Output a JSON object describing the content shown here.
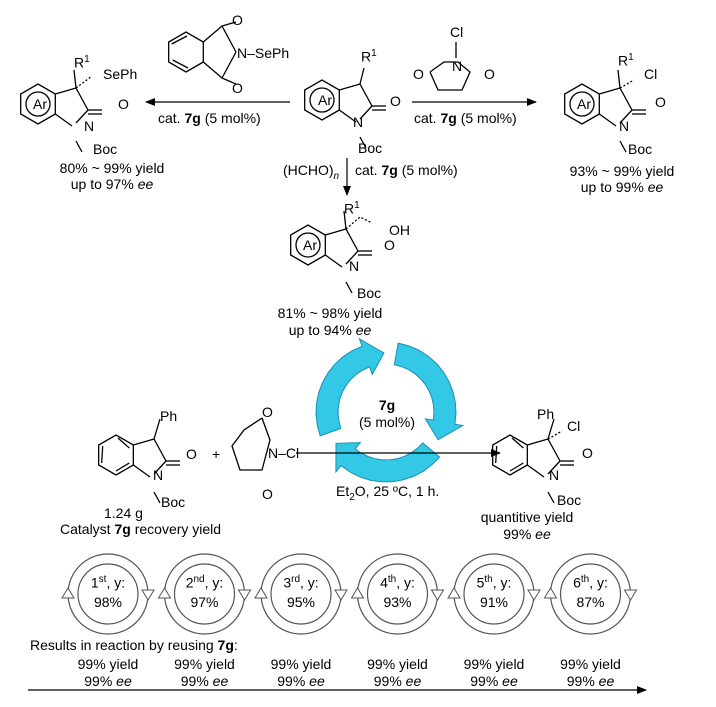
{
  "labels": {
    "ar": "Ar",
    "r1": "R",
    "r1_sup": "1",
    "seph": "SePh",
    "cl": "Cl",
    "n": "N",
    "o": "O",
    "boc": "Boc",
    "oh": "OH",
    "ph": "Ph",
    "n_seph": "N–SePh",
    "n_cl": "N–Cl"
  },
  "conditions": {
    "cat": "cat.",
    "catalyst": "7g",
    "loading": "(5 mol%)",
    "hcho": "(HCHO)",
    "hcho_sub": "n",
    "solvent_a": "Et",
    "solvent_sub": "2",
    "solvent_b": "O, 25 ºC, 1 h.",
    "plus": "+"
  },
  "products": {
    "left": {
      "yield": "80% ~ 99% yield",
      "ee_value": "up to 97%",
      "ee": "ee"
    },
    "right": {
      "yield": "93% ~ 99% yield",
      "ee_value": "up to 99%",
      "ee": "ee"
    },
    "bottom": {
      "yield": "81% ~ 98% yield",
      "ee_value": "up to 94%",
      "ee": "ee"
    }
  },
  "recycle": {
    "catalyst": "7g",
    "loading": "(5 mol%)",
    "mass": "1.24 g",
    "recovery_label_a": "Catalyst",
    "recovery_label_b": "recovery yield",
    "product_yield": "quantitive yield",
    "product_ee_value": "99%",
    "product_ee": "ee"
  },
  "cycles": [
    {
      "run": "1",
      "sup": "st",
      "suffix": ", y:",
      "recovery": "98%",
      "yield": "99% yield",
      "ee_value": "99%",
      "ee": "ee"
    },
    {
      "run": "2",
      "sup": "nd",
      "suffix": ", y:",
      "recovery": "97%",
      "yield": "99% yield",
      "ee_value": "99%",
      "ee": "ee"
    },
    {
      "run": "3",
      "sup": "rd",
      "suffix": ", y:",
      "recovery": "95%",
      "yield": "99% yield",
      "ee_value": "99%",
      "ee": "ee"
    },
    {
      "run": "4",
      "sup": "th",
      "suffix": ", y:",
      "recovery": "93%",
      "yield": "99% yield",
      "ee_value": "99%",
      "ee": "ee"
    },
    {
      "run": "5",
      "sup": "th",
      "suffix": ", y:",
      "recovery": "91%",
      "yield": "99% yield",
      "ee_value": "99%",
      "ee": "ee"
    },
    {
      "run": "6",
      "sup": "th",
      "suffix": ", y:",
      "recovery": "87%",
      "yield": "99% yield",
      "ee_value": "99%",
      "ee": "ee"
    }
  ],
  "results_heading": "Results in reaction by reusing",
  "results_catalyst": "7g",
  "results_colon": ":",
  "colors": {
    "recycle_arrows": "#33c9e6",
    "recycle_outline": "#1a8fb0"
  }
}
